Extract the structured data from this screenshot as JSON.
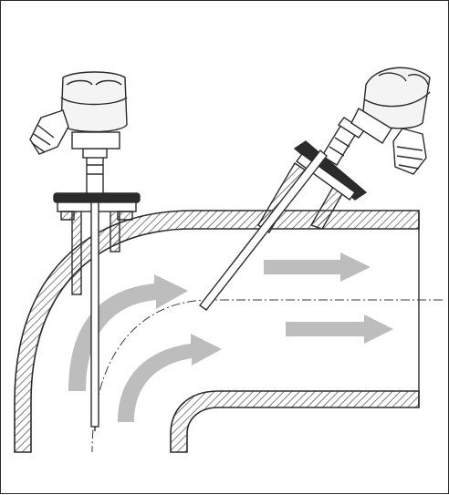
{
  "diagram": {
    "colors": {
      "line": "#2b2b2b",
      "hatch": "#4a4a4a",
      "flow_arrow": "#bdbdbd",
      "background": "#ffffff",
      "housing": "#d6d6d6"
    },
    "elements": {
      "pipe": "elbow-pipe-hatched",
      "sensor_vertical": "thermometer-probe-vertical",
      "sensor_angled": "thermometer-probe-angled",
      "flow_arrows": 4,
      "centerline": "dash-dot"
    }
  }
}
